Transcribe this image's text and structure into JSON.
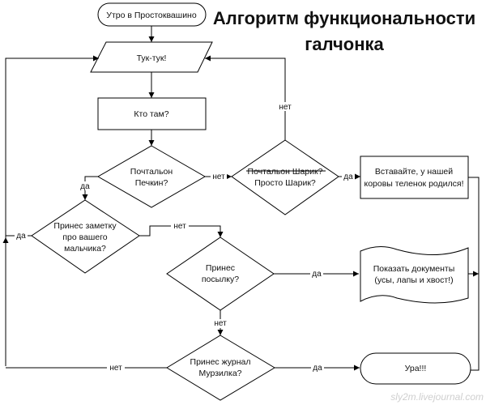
{
  "title": {
    "line1": "Алгоритм функциональности",
    "line2": "галчонка"
  },
  "nodes": {
    "start": "Утро в Простоквашино",
    "knock": "Тук-тук!",
    "who": "Кто там?",
    "pechkin": [
      "Почтальон",
      "Печкин?"
    ],
    "sharik_struck": "Почтальон Шарик?",
    "sharik": "Просто Шарик?",
    "calf": [
      "Вставайте, у нашей",
      "коровы теленок родился!"
    ],
    "note": [
      "Принес заметку",
      "про вашего",
      "мальчика?"
    ],
    "parcel": [
      "Принес",
      "посылку?"
    ],
    "documents": [
      "Показать документы",
      "(усы, лапы и хвост!)"
    ],
    "murzilka": [
      "Принес журнал",
      "Мурзилка?"
    ],
    "end": "Ура!!!"
  },
  "edges": {
    "yes": "да",
    "no": "нет"
  },
  "watermark": "sly2m.livejournal.com"
}
